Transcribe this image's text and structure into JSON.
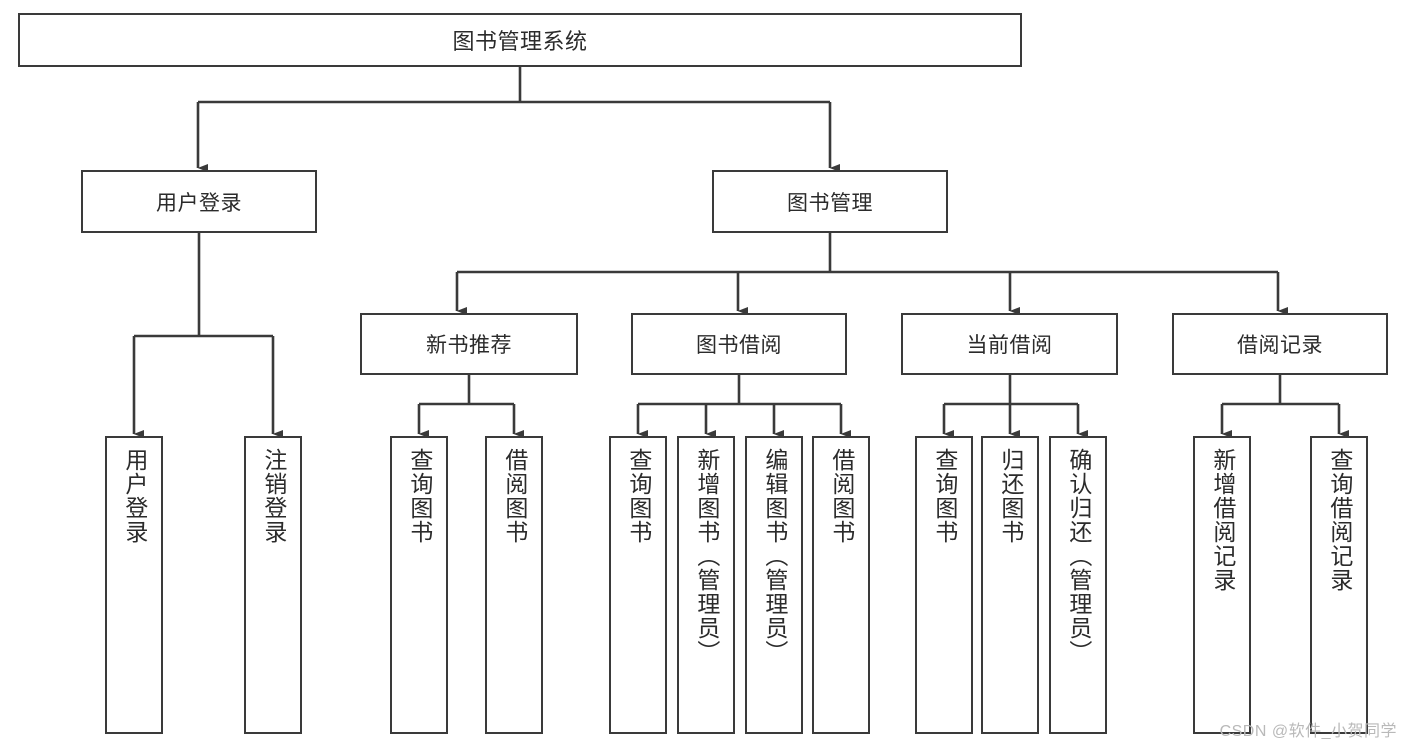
{
  "diagram": {
    "title": "图书管理系统",
    "type": "tree-hierarchy",
    "stroke_color": "#3a3a3a",
    "text_color": "#2b2b2b",
    "background": "#ffffff",
    "nodes": {
      "root": {
        "label": "图书管理系统"
      },
      "level1": [
        {
          "id": "user-login",
          "label": "用户登录"
        },
        {
          "id": "book-manage",
          "label": "图书管理"
        }
      ],
      "level2": [
        {
          "id": "new-book-recommend",
          "label": "新书推荐"
        },
        {
          "id": "book-borrow",
          "label": "图书借阅"
        },
        {
          "id": "current-borrow",
          "label": "当前借阅"
        },
        {
          "id": "borrow-record",
          "label": "借阅记录"
        }
      ],
      "leaves": {
        "user-login": [
          {
            "id": "leaf-user-login",
            "label": "用户登录"
          },
          {
            "id": "leaf-logout-login",
            "label": "注销登录"
          }
        ],
        "new-book-recommend": [
          {
            "id": "leaf-query-book-1",
            "label": "查询图书"
          },
          {
            "id": "leaf-borrow-book-1",
            "label": "借阅图书"
          }
        ],
        "book-borrow": [
          {
            "id": "leaf-query-book-2",
            "label": "查询图书"
          },
          {
            "id": "leaf-add-book",
            "label": "新增图书（管理员）"
          },
          {
            "id": "leaf-edit-book",
            "label": "编辑图书（管理员）"
          },
          {
            "id": "leaf-borrow-book-2",
            "label": "借阅图书"
          }
        ],
        "current-borrow": [
          {
            "id": "leaf-query-book-3",
            "label": "查询图书"
          },
          {
            "id": "leaf-return-book",
            "label": "归还图书"
          },
          {
            "id": "leaf-confirm-return",
            "label": "确认归还（管理员）"
          }
        ],
        "borrow-record": [
          {
            "id": "leaf-add-record",
            "label": "新增借阅记录"
          },
          {
            "id": "leaf-query-record",
            "label": "查询借阅记录"
          }
        ]
      }
    },
    "watermark": "CSDN @软件_小贺同学"
  }
}
